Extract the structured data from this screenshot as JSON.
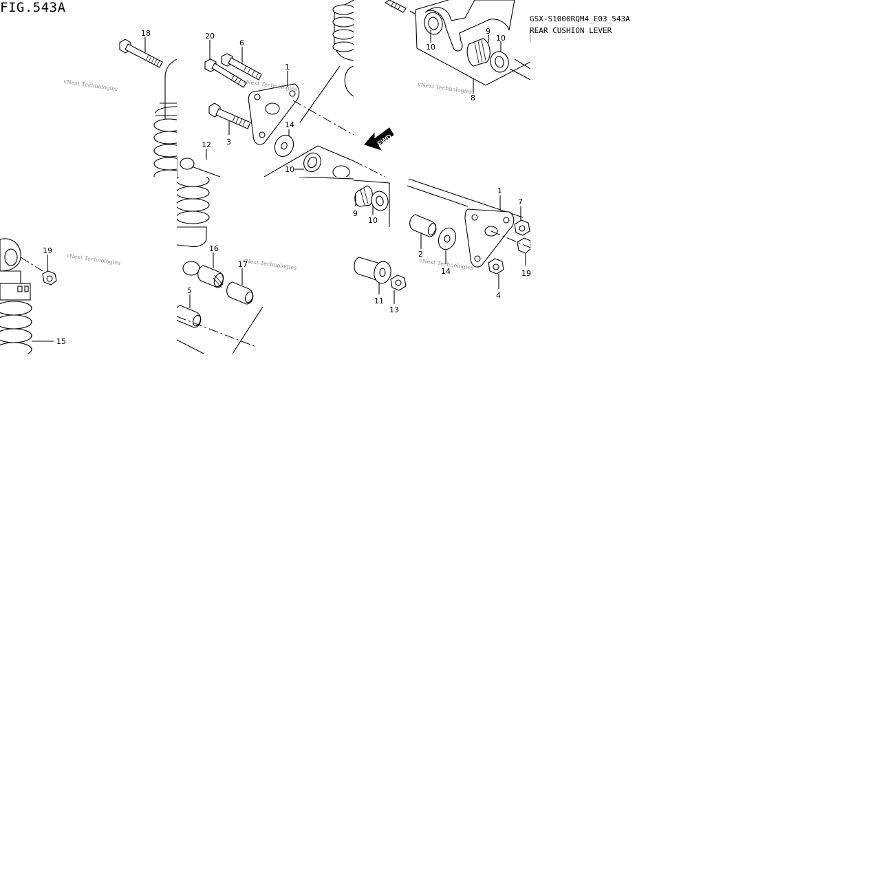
{
  "figure": {
    "title": "FIG.543A",
    "model_code": "GSX-S1000RQM4_E03_543A",
    "model_name": "REAR CUSHION LEVER",
    "watermark": "vNext Technologies",
    "fwd_label": "FWD"
  },
  "callouts": {
    "c18": "18",
    "c20": "20",
    "c6": "6",
    "c1a": "1",
    "c14a": "14",
    "c3": "3",
    "c12": "12",
    "c10a": "10",
    "c10b": "10",
    "c9a": "9",
    "c10c": "10",
    "c8": "8",
    "c9b": "9",
    "c10d": "10",
    "c1b": "1",
    "c7": "7",
    "c19a": "19",
    "c2": "2",
    "c14b": "14",
    "c4": "4",
    "c11": "11",
    "c13": "13",
    "c19b": "19",
    "c15": "15",
    "c16": "16",
    "c17": "17",
    "c5": "5"
  }
}
